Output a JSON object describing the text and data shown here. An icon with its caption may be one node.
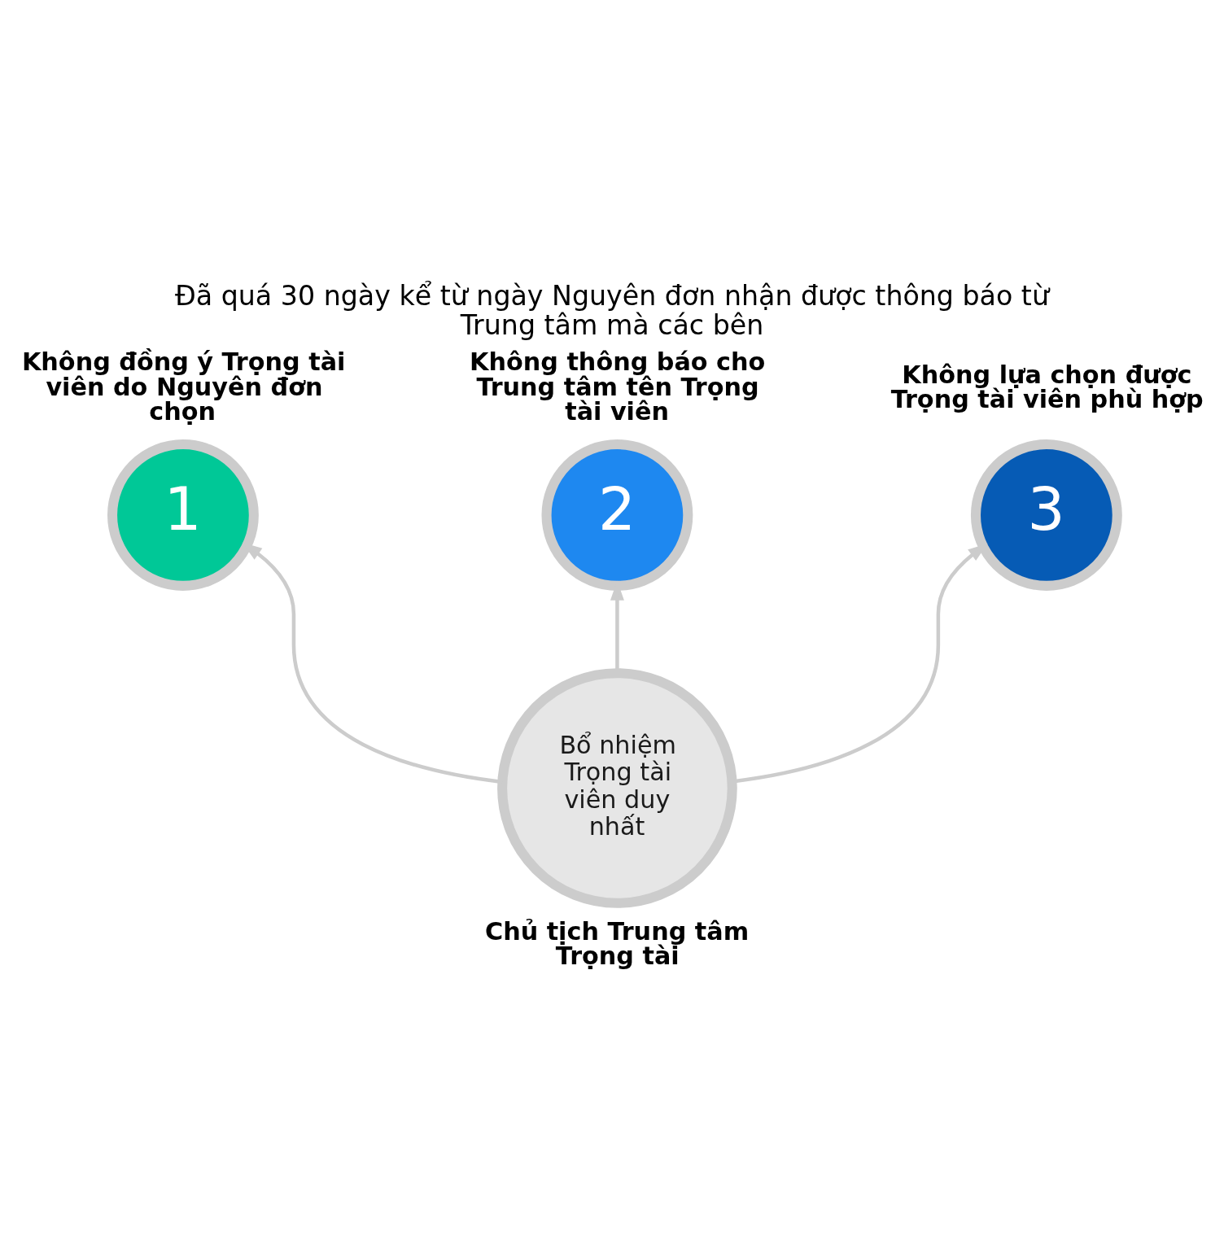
{
  "diagram": {
    "title": "Đã quá 30 ngày kể từ ngày Nguyên đơn nhận được thông báo từ Trung tâm mà các bên",
    "nodes": [
      {
        "text": [
          "1"
        ],
        "beside": [
          "Không đồng ý Trọng tài viên do Nguyên đơn chọn"
        ]
      },
      {
        "text": [
          "2"
        ],
        "beside": [
          "Không thông báo cho Trung tâm tên Trọng tài viên"
        ]
      },
      {
        "text": [
          "3"
        ],
        "beside": [
          "Không lựa chọn được Trọng tài viên phù hợp"
        ]
      },
      {
        "text": [
          "Bổ nhiệm Trọng tài viên duy nhất"
        ],
        "beside": [
          "Chủ tịch Trung tâm Trọng tài"
        ]
      }
    ],
    "edges": [
      {
        "from": 3,
        "to": 0,
        "arrow": "to"
      },
      {
        "from": 3,
        "to": 1,
        "arrow": "to"
      },
      {
        "from": 3,
        "to": 2,
        "arrow": "to"
      }
    ]
  }
}
